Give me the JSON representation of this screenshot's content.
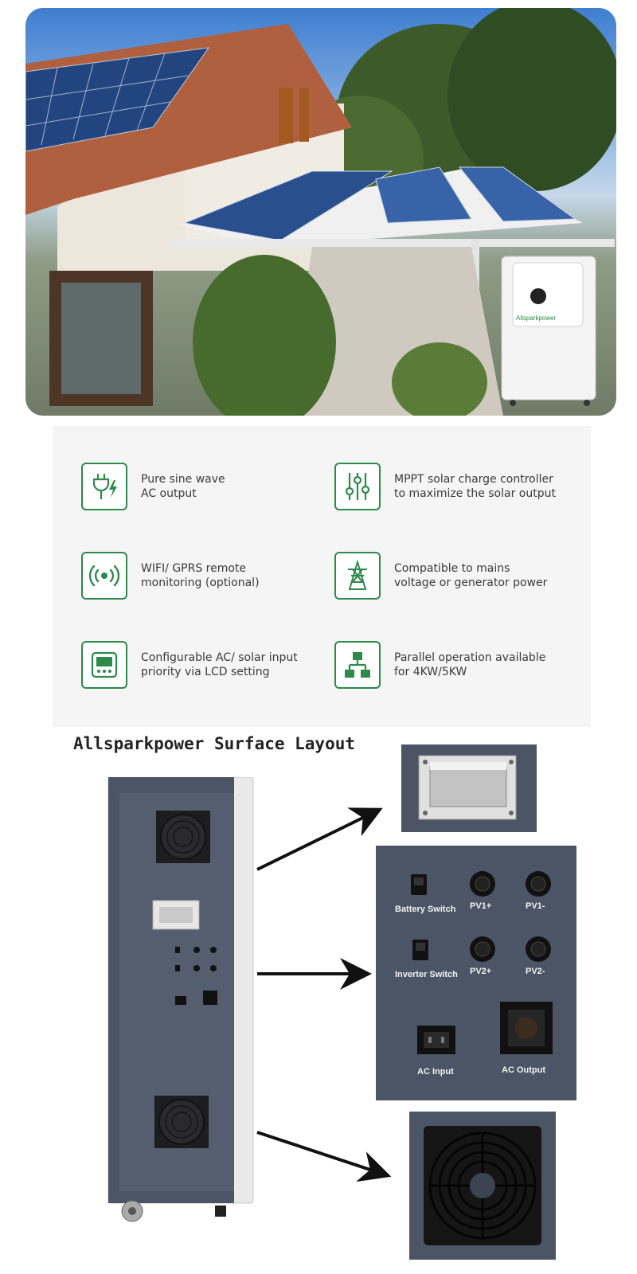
{
  "colors": {
    "accent_green": "#2c8a4a",
    "panel_bg": "#4c5565",
    "features_bg": "#f5f5f5",
    "text": "#3a3a3a"
  },
  "hero": {
    "product_brand_text": "Allsparkpower"
  },
  "features": [
    {
      "icon": "plug-bolt-icon",
      "text": "Pure sine wave\nAC output"
    },
    {
      "icon": "sliders-icon",
      "text": "MPPT solar charge controller\nto maximize the solar output"
    },
    {
      "icon": "wireless-signal-icon",
      "text": "WIFI/ GPRS remote\nmonitoring (optional)"
    },
    {
      "icon": "power-tower-icon",
      "text": "Compatible to mains\nvoltage or generator power"
    },
    {
      "icon": "lcd-display-icon",
      "text": "Configurable AC/ solar input\npriority via LCD setting"
    },
    {
      "icon": "network-parallel-icon",
      "text": "Parallel operation available\nfor 4KW/5KW"
    }
  ],
  "surface_layout": {
    "title": "Allsparkpower Surface Layout",
    "panel_labels": {
      "battery_switch": "Battery Switch",
      "pv1_plus": "PV1+",
      "pv1_minus": "PV1-",
      "inverter_switch": "Inverter Switch",
      "pv2_plus": "PV2+",
      "pv2_minus": "PV2-",
      "ac_input": "AC Input",
      "ac_output": "AC Output"
    }
  }
}
